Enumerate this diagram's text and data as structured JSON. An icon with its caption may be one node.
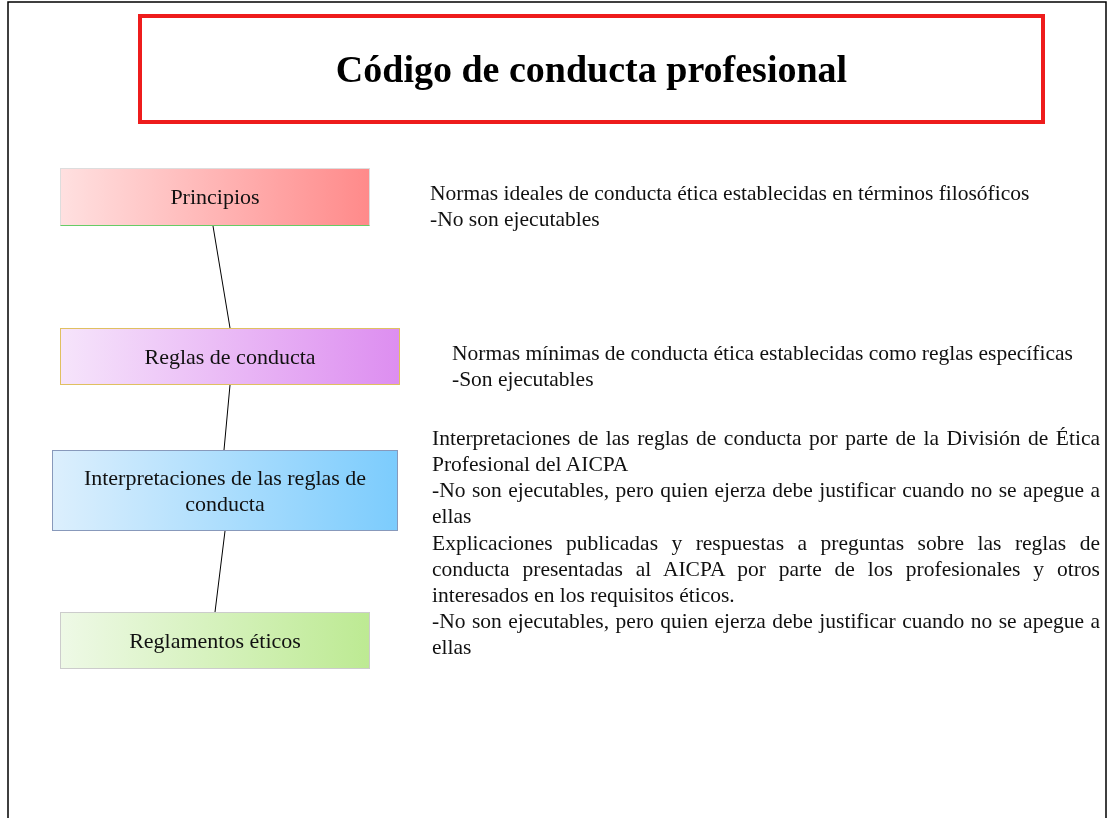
{
  "diagram": {
    "title": "Código de conducta profesional",
    "nodes": [
      {
        "text": [
          "Principios"
        ],
        "beside": [
          "Normas ideales de conducta ética establecidas en términos filosóficos",
          "-No son ejecutables"
        ]
      },
      {
        "text": [
          "Reglas de conducta"
        ],
        "beside": [
          "Normas mínimas de conducta ética establecidas como reglas específicas",
          "-Son ejecutables"
        ]
      },
      {
        "text": [
          "Interpretaciones de las reglas de conducta"
        ],
        "beside": [
          "Interpretaciones de las reglas de conducta por parte de la División de Ética Profesional del AICPA",
          "-No son ejecutables, pero quien ejerza debe justificar cuando no se apegue a ellas"
        ]
      },
      {
        "text": [
          "Reglamentos éticos"
        ],
        "beside": [
          "Explicaciones publicadas y respuestas a preguntas sobre las reglas de conducta presentadas al AICPA por parte de los profesionales y otros interesados en los requisitos éticos.",
          "-No son ejecutables, pero quien ejerza debe justificar cuando no se apegue a ellas"
        ]
      }
    ],
    "edges": [
      {
        "from": 0,
        "to": 1,
        "arrow": "none"
      },
      {
        "from": 1,
        "to": 2,
        "arrow": "none"
      },
      {
        "from": 2,
        "to": 3,
        "arrow": "none"
      }
    ]
  }
}
